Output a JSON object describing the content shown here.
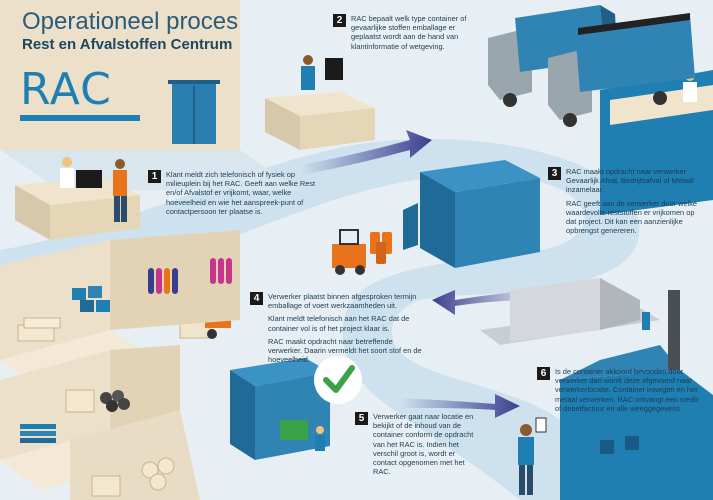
{
  "title": {
    "line1": "Operationeel proces",
    "line2": "Rest en Afvalstoffen Centrum"
  },
  "sign": "RAC",
  "steps": [
    {
      "num": "1",
      "paragraphs": [
        "Klant meldt zich telefonisch of fysiek op milieuplein bij het RAC. Geeft aan welke Rest en/of Afvalstof er vrijkomt, waar, welke hoeveelheid en wie het aanspreek-punt of contactpersoon ter plaatse is."
      ]
    },
    {
      "num": "2",
      "paragraphs": [
        "RAC bepaalt welk type container of gevaarlijke stoffen emballage er geplaatst wordt aan de hand van klantinformatie of wetgeving."
      ]
    },
    {
      "num": "3",
      "paragraphs": [
        "RAC maakt opdracht naar verwerker Gevaarlijk Afval, Bedrijfsafval of Metaal inzamelaar.",
        "RAC geeft aan de verwerker door welke waardevolle reststoffen er vrijkomen op dat project. Dit kan een aanzienlijke opbrengst genereren."
      ]
    },
    {
      "num": "4",
      "paragraphs": [
        "Verwerker plaatst binnen afgesproken termijn emballage of voert werkzaamheden uit.",
        "Klant meldt telefonisch aan het RAC dat de container vol is of het project klaar is.",
        "RAC maakt opdracht naar betreffende verwerker. Daarin vermeldt het soort stof en de hoeveelheid."
      ]
    },
    {
      "num": "5",
      "paragraphs": [
        "Verwerker gaat naar locatie en bekijkt of de inhoud van de container conform de opdracht van het RAC is. Indien het verschil groot is, wordt er contact opgenomen met het RAC."
      ]
    },
    {
      "num": "6",
      "paragraphs": [
        "Is de container akkoord bevonden door verwerker dan wordt deze afgevoerd naar verwerkerlocatie. Container inwegen en het metaal verwerken. RAC ontvangt een credit- of debetfactuur en alle weeggegevens."
      ]
    }
  ],
  "colors": {
    "ground": "#e6eef4",
    "path": "#cfe3ef",
    "building": "#e9dcc5",
    "container": "#2f84b4",
    "arrow": "#3d3f8f",
    "accent": "#1f7fb3"
  }
}
